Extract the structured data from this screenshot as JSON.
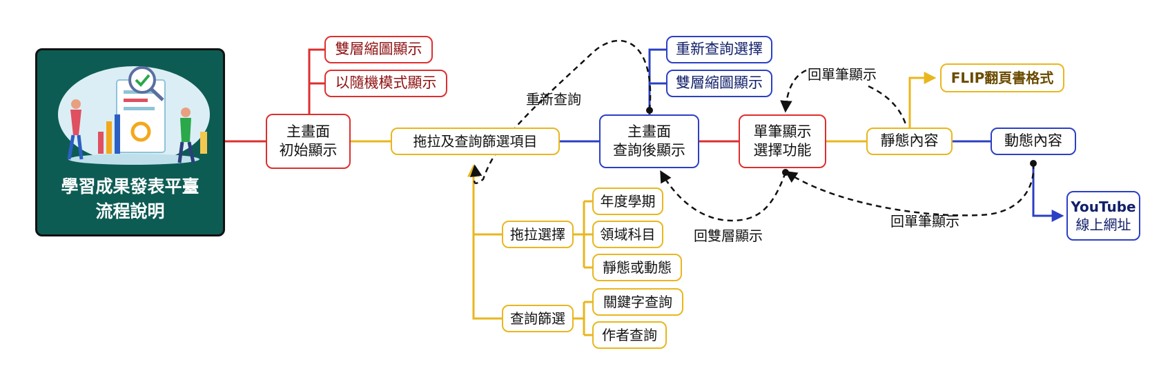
{
  "root": {
    "title_line1": "學習成果發表平臺",
    "title_line2": "流程說明",
    "icon": "people-analyzing-report-illustration"
  },
  "nodes": {
    "main_initial": {
      "line1": "主畫面",
      "line2": "初始顯示"
    },
    "double_thumb_1": "雙層縮圖顯示",
    "random_mode": "以隨機模式顯示",
    "drag_query": "拖拉及查詢篩選項目",
    "drag_select": "拖拉選擇",
    "year_semester": "年度學期",
    "domain_subject": "領域科目",
    "static_dynamic": "靜態或動態",
    "query_filter": "查詢篩選",
    "keyword_query": "關鍵字查詢",
    "author_query": "作者查詢",
    "main_after_query": {
      "line1": "主畫面",
      "line2": "查詢後顯示"
    },
    "requery_select": "重新查詢選擇",
    "double_thumb_2": "雙層縮圖顯示",
    "single_display": {
      "line1": "單筆顯示",
      "line2": "選擇功能"
    },
    "static_content": "靜態內容",
    "flip_format": "FLIP翻頁書格式",
    "dynamic_content": "動態內容",
    "youtube": {
      "line1": "YouTube",
      "line2": "線上網址"
    }
  },
  "labels": {
    "requery": "重新查詢",
    "back_double": "回雙層顯示",
    "back_single_top": "回單筆顯示",
    "back_single_bottom": "回單筆顯示"
  },
  "colors": {
    "red": "#dd2e2e",
    "yellow": "#e9b61d",
    "blue": "#2b3fc4",
    "root_bg": "#0d5c54"
  }
}
